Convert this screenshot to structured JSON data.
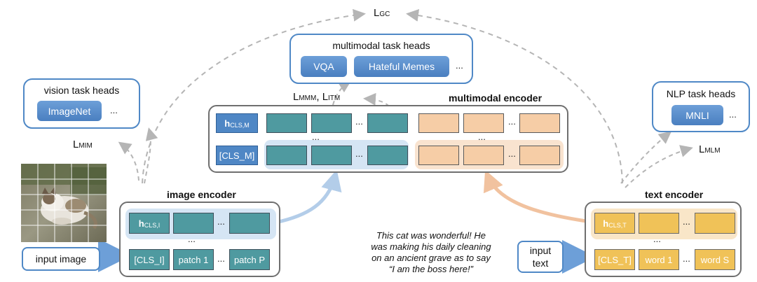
{
  "losses": {
    "gc": {
      "base": "L",
      "sub": "GC"
    },
    "mmm_itm": {
      "base1": "L",
      "sub1": "MMM",
      "sep": ", ",
      "base2": "L",
      "sub2": "ITM"
    },
    "mim": {
      "base": "L",
      "sub": "MIM"
    },
    "mlm": {
      "base": "L",
      "sub": "MLM"
    }
  },
  "vision_heads": {
    "title": "vision task heads",
    "items": [
      "ImageNet"
    ],
    "more": "..."
  },
  "multimodal_heads": {
    "title": "multimodal task heads",
    "items": [
      "VQA",
      "Hateful Memes"
    ],
    "more": "..."
  },
  "nlp_heads": {
    "title": "NLP task heads",
    "items": [
      "MNLI"
    ],
    "more": "..."
  },
  "multimodal_encoder": {
    "title": "multimodal encoder",
    "cls_top": {
      "base": "h",
      "sub": "CLS,M"
    },
    "cls_bottom": "[CLS_M]",
    "ellipsis": "..."
  },
  "image_encoder": {
    "title": "image encoder",
    "cls_top": {
      "base": "h",
      "sub": "CLS,I"
    },
    "tokens": [
      "[CLS_I]",
      "patch 1",
      "patch P"
    ],
    "ellipsis": "..."
  },
  "text_encoder": {
    "title": "text encoder",
    "cls_top": {
      "base": "h",
      "sub": "CLS,T"
    },
    "tokens": [
      "[CLS_T]",
      "word 1",
      "word S"
    ],
    "ellipsis": "..."
  },
  "inputs": {
    "image": "input image",
    "text_line1": "input",
    "text_line2": "text"
  },
  "quote": [
    "This cat was wonderful! He",
    "was making his daily cleaning",
    "on an ancient grave as to say",
    "“I am the boss here!”"
  ],
  "colors": {
    "blue": "#4f88c6",
    "teal": "#4f9aa0",
    "peach": "#f6cda6",
    "gold": "#f0c258",
    "gray_border": "#6f6f6f"
  }
}
